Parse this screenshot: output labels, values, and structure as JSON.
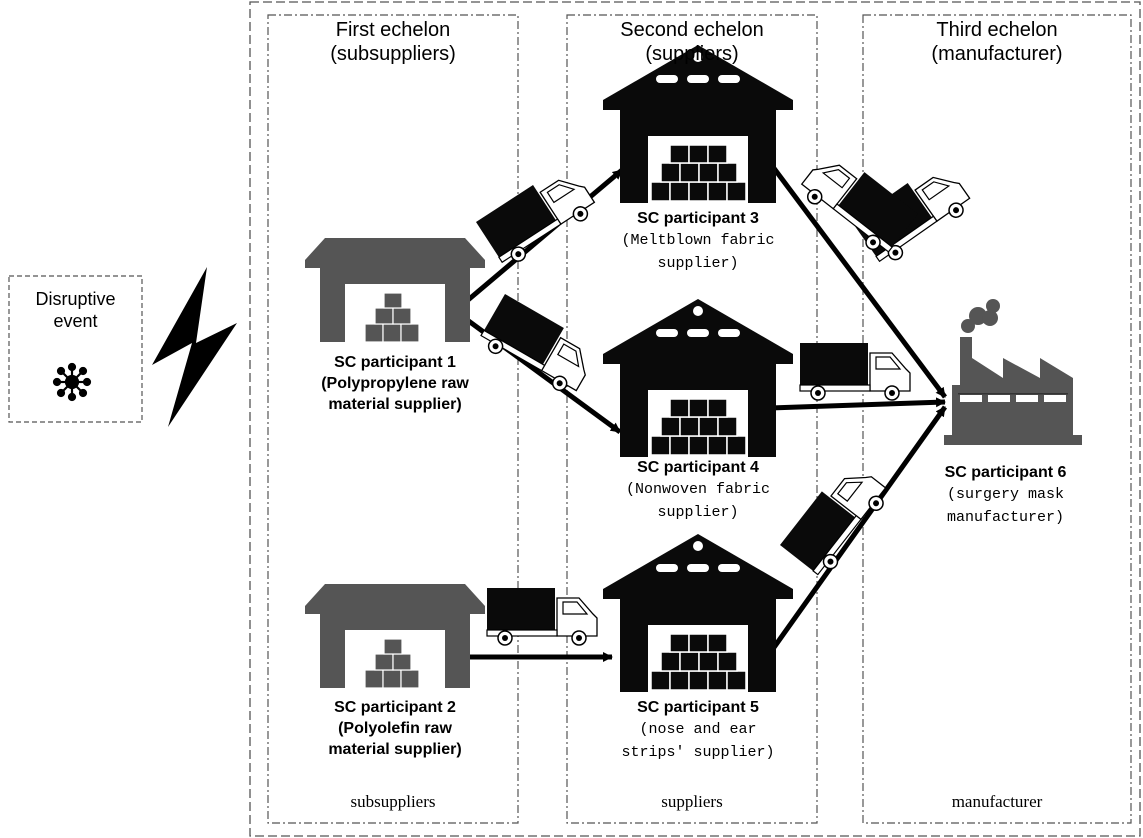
{
  "columns": [
    {
      "heading_line1": "First echelon",
      "heading_line2": "(subsuppliers)",
      "footer": "subsuppliers"
    },
    {
      "heading_line1": "Second echelon",
      "heading_line2": "(suppliers)",
      "footer": "suppliers"
    },
    {
      "heading_line1": "Third echelon",
      "heading_line2": "(manufacturer)",
      "footer": "manufacturer"
    }
  ],
  "disruption": {
    "line1": "Disruptive",
    "line2": "event",
    "icon": "virus-icon"
  },
  "participants": {
    "p1": {
      "name": "SC participant 1",
      "desc_line1": "(Polypropylene raw",
      "desc_line2": "material supplier)"
    },
    "p2": {
      "name": "SC participant 2",
      "desc_line1": "(Polyolefin raw",
      "desc_line2": "material supplier)"
    },
    "p3": {
      "name": "SC participant 3",
      "desc_line1": "(Meltblown fabric",
      "desc_line2": "supplier)"
    },
    "p4": {
      "name": "SC participant 4",
      "desc_line1": "(Nonwoven fabric",
      "desc_line2": "supplier)"
    },
    "p5": {
      "name": "SC participant 5",
      "desc_line1": "(nose and ear",
      "desc_line2": "strips' supplier)"
    },
    "p6": {
      "name": "SC participant 6",
      "desc_line1": "(surgery mask",
      "desc_line2": "manufacturer)"
    }
  },
  "icons": {
    "warehouse": "warehouse-icon",
    "truck": "truck-icon",
    "factory": "factory-icon",
    "lightning": "lightning-icon"
  },
  "colors": {
    "line": "#000000",
    "warehouse_grey": "#555555",
    "warehouse_black": "#0a0a0a",
    "dashed_border": "#555555"
  }
}
